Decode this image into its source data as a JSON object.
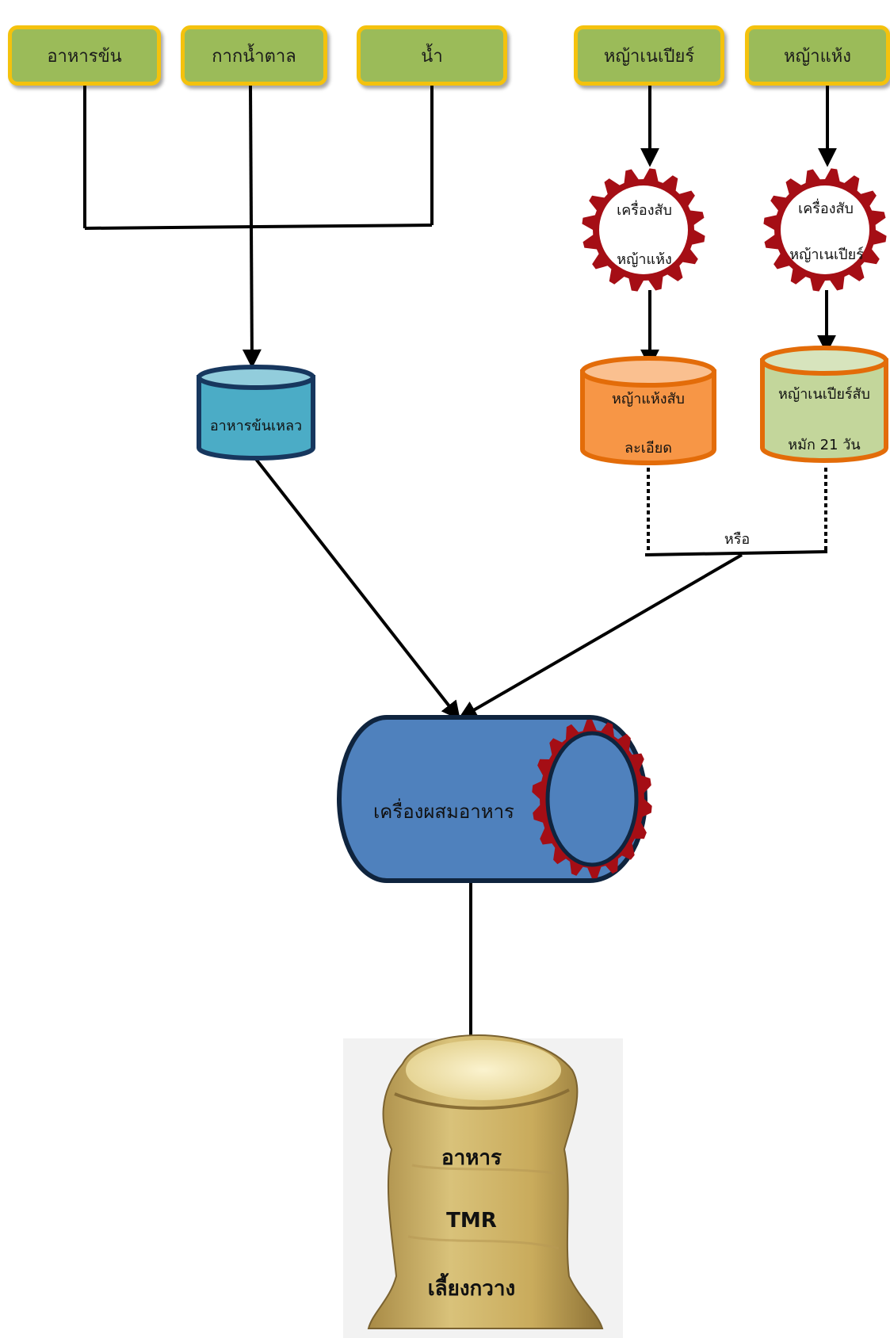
{
  "ingredients": {
    "concentrate": "อาหารข้น",
    "molasses": "กากน้ำตาล",
    "water": "น้ำ",
    "napier_grass": "หญ้าเนเปียร์",
    "hay": "หญ้าแห้ง"
  },
  "choppers": {
    "left_line1": "เครื่องสับ",
    "left_line2": "หญ้าแห้ง",
    "right_line1": "เครื่องสับ",
    "right_line2": "หญ้าเนเปียร์"
  },
  "containers": {
    "liquid_concentrate": "อาหารข้นเหลว",
    "chopped_hay_line1": "หญ้าแห้งสับ",
    "chopped_hay_line2": "ละเอียด",
    "chopped_napier_line1": "หญ้าเนเปียร์สับ",
    "chopped_napier_line2": "หมัก 21 วัน"
  },
  "or_label": "หรือ",
  "mixer_label": "เครื่องผสมอาหาร",
  "product": {
    "line1": "อาหาร",
    "line2": "TMR",
    "line3": "เลี้ยงกวาง"
  },
  "colors": {
    "ingredient_fill": "#9bbb59",
    "ingredient_border": "#f4c20d",
    "gear": "#a50e15",
    "liquid_tank": "#4bacc6",
    "hay_tank": "#f79646",
    "napier_tank": "#c3d69b",
    "mixer": "#4f81bd"
  }
}
